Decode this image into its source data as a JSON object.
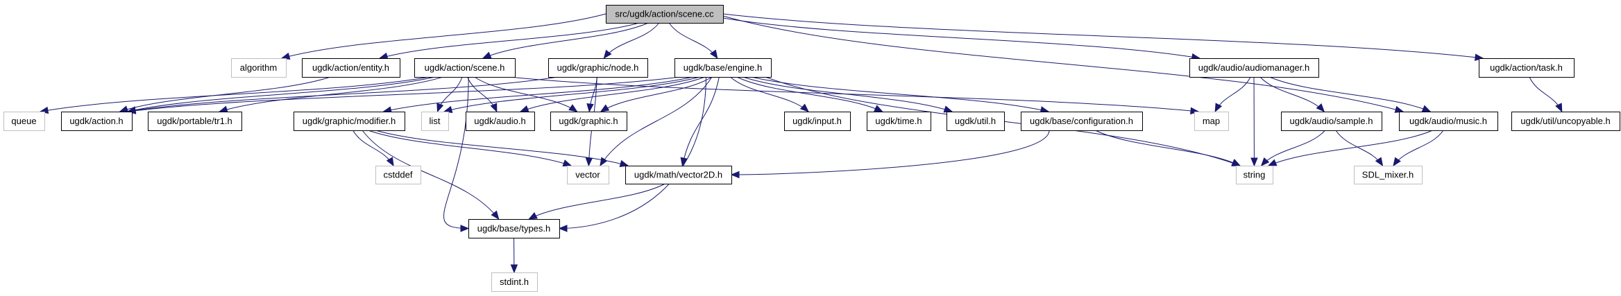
{
  "diagram": {
    "title": "src/ugdk/action/scene.cc",
    "edge_color": "#191970",
    "root_fill": "#bfbfbf",
    "external_border": "#bfbfbf",
    "nodes": [
      {
        "id": "root",
        "label": "src/ugdk/action/scene.cc",
        "kind": "root"
      },
      {
        "id": "algorithm",
        "label": "algorithm",
        "kind": "external"
      },
      {
        "id": "entity",
        "label": "ugdk/action/entity.h",
        "kind": "internal"
      },
      {
        "id": "scene_h",
        "label": "ugdk/action/scene.h",
        "kind": "internal"
      },
      {
        "id": "node_h",
        "label": "ugdk/graphic/node.h",
        "kind": "internal"
      },
      {
        "id": "engine",
        "label": "ugdk/base/engine.h",
        "kind": "internal"
      },
      {
        "id": "audiomanager",
        "label": "ugdk/audio/audiomanager.h",
        "kind": "internal"
      },
      {
        "id": "task",
        "label": "ugdk/action/task.h",
        "kind": "internal"
      },
      {
        "id": "queue",
        "label": "queue",
        "kind": "external"
      },
      {
        "id": "action_h",
        "label": "ugdk/action.h",
        "kind": "internal"
      },
      {
        "id": "tr1",
        "label": "ugdk/portable/tr1.h",
        "kind": "internal"
      },
      {
        "id": "modifier",
        "label": "ugdk/graphic/modifier.h",
        "kind": "internal"
      },
      {
        "id": "list",
        "label": "list",
        "kind": "external"
      },
      {
        "id": "audio_h",
        "label": "ugdk/audio.h",
        "kind": "internal"
      },
      {
        "id": "graphic_h",
        "label": "ugdk/graphic.h",
        "kind": "internal"
      },
      {
        "id": "input_h",
        "label": "ugdk/input.h",
        "kind": "internal"
      },
      {
        "id": "time_h",
        "label": "ugdk/time.h",
        "kind": "internal"
      },
      {
        "id": "util_h",
        "label": "ugdk/util.h",
        "kind": "internal"
      },
      {
        "id": "configuration",
        "label": "ugdk/base/configuration.h",
        "kind": "internal"
      },
      {
        "id": "map",
        "label": "map",
        "kind": "external"
      },
      {
        "id": "sample",
        "label": "ugdk/audio/sample.h",
        "kind": "internal"
      },
      {
        "id": "music",
        "label": "ugdk/audio/music.h",
        "kind": "internal"
      },
      {
        "id": "uncopyable",
        "label": "ugdk/util/uncopyable.h",
        "kind": "internal"
      },
      {
        "id": "cstddef",
        "label": "cstddef",
        "kind": "external"
      },
      {
        "id": "vector",
        "label": "vector",
        "kind": "external"
      },
      {
        "id": "vector2d",
        "label": "ugdk/math/vector2D.h",
        "kind": "internal"
      },
      {
        "id": "string",
        "label": "string",
        "kind": "external"
      },
      {
        "id": "sdl_mixer",
        "label": "SDL_mixer.h",
        "kind": "external"
      },
      {
        "id": "types",
        "label": "ugdk/base/types.h",
        "kind": "internal"
      },
      {
        "id": "stdint",
        "label": "stdint.h",
        "kind": "external"
      }
    ],
    "edges": [
      [
        "root",
        "algorithm"
      ],
      [
        "root",
        "entity"
      ],
      [
        "root",
        "scene_h"
      ],
      [
        "root",
        "node_h"
      ],
      [
        "root",
        "engine"
      ],
      [
        "root",
        "audiomanager"
      ],
      [
        "root",
        "task"
      ],
      [
        "root",
        "music"
      ],
      [
        "entity",
        "action_h"
      ],
      [
        "scene_h",
        "queue"
      ],
      [
        "scene_h",
        "action_h"
      ],
      [
        "scene_h",
        "tr1"
      ],
      [
        "scene_h",
        "list"
      ],
      [
        "scene_h",
        "audio_h"
      ],
      [
        "scene_h",
        "graphic_h"
      ],
      [
        "scene_h",
        "map"
      ],
      [
        "scene_h",
        "types"
      ],
      [
        "node_h",
        "action_h"
      ],
      [
        "node_h",
        "graphic_h"
      ],
      [
        "node_h",
        "vector"
      ],
      [
        "engine",
        "action_h"
      ],
      [
        "engine",
        "modifier"
      ],
      [
        "engine",
        "list"
      ],
      [
        "engine",
        "audio_h"
      ],
      [
        "engine",
        "graphic_h"
      ],
      [
        "engine",
        "input_h"
      ],
      [
        "engine",
        "time_h"
      ],
      [
        "engine",
        "util_h"
      ],
      [
        "engine",
        "configuration"
      ],
      [
        "engine",
        "vector"
      ],
      [
        "engine",
        "vector2d"
      ],
      [
        "engine",
        "types"
      ],
      [
        "engine",
        "string"
      ],
      [
        "modifier",
        "cstddef"
      ],
      [
        "modifier",
        "vector"
      ],
      [
        "modifier",
        "vector2d"
      ],
      [
        "modifier",
        "types"
      ],
      [
        "configuration",
        "vector2d"
      ],
      [
        "configuration",
        "string"
      ],
      [
        "audiomanager",
        "map"
      ],
      [
        "audiomanager",
        "string"
      ],
      [
        "audiomanager",
        "sample"
      ],
      [
        "audiomanager",
        "music"
      ],
      [
        "sample",
        "string"
      ],
      [
        "sample",
        "sdl_mixer"
      ],
      [
        "music",
        "string"
      ],
      [
        "music",
        "sdl_mixer"
      ],
      [
        "task",
        "uncopyable"
      ],
      [
        "vector2d",
        "types"
      ],
      [
        "types",
        "stdint"
      ]
    ]
  }
}
